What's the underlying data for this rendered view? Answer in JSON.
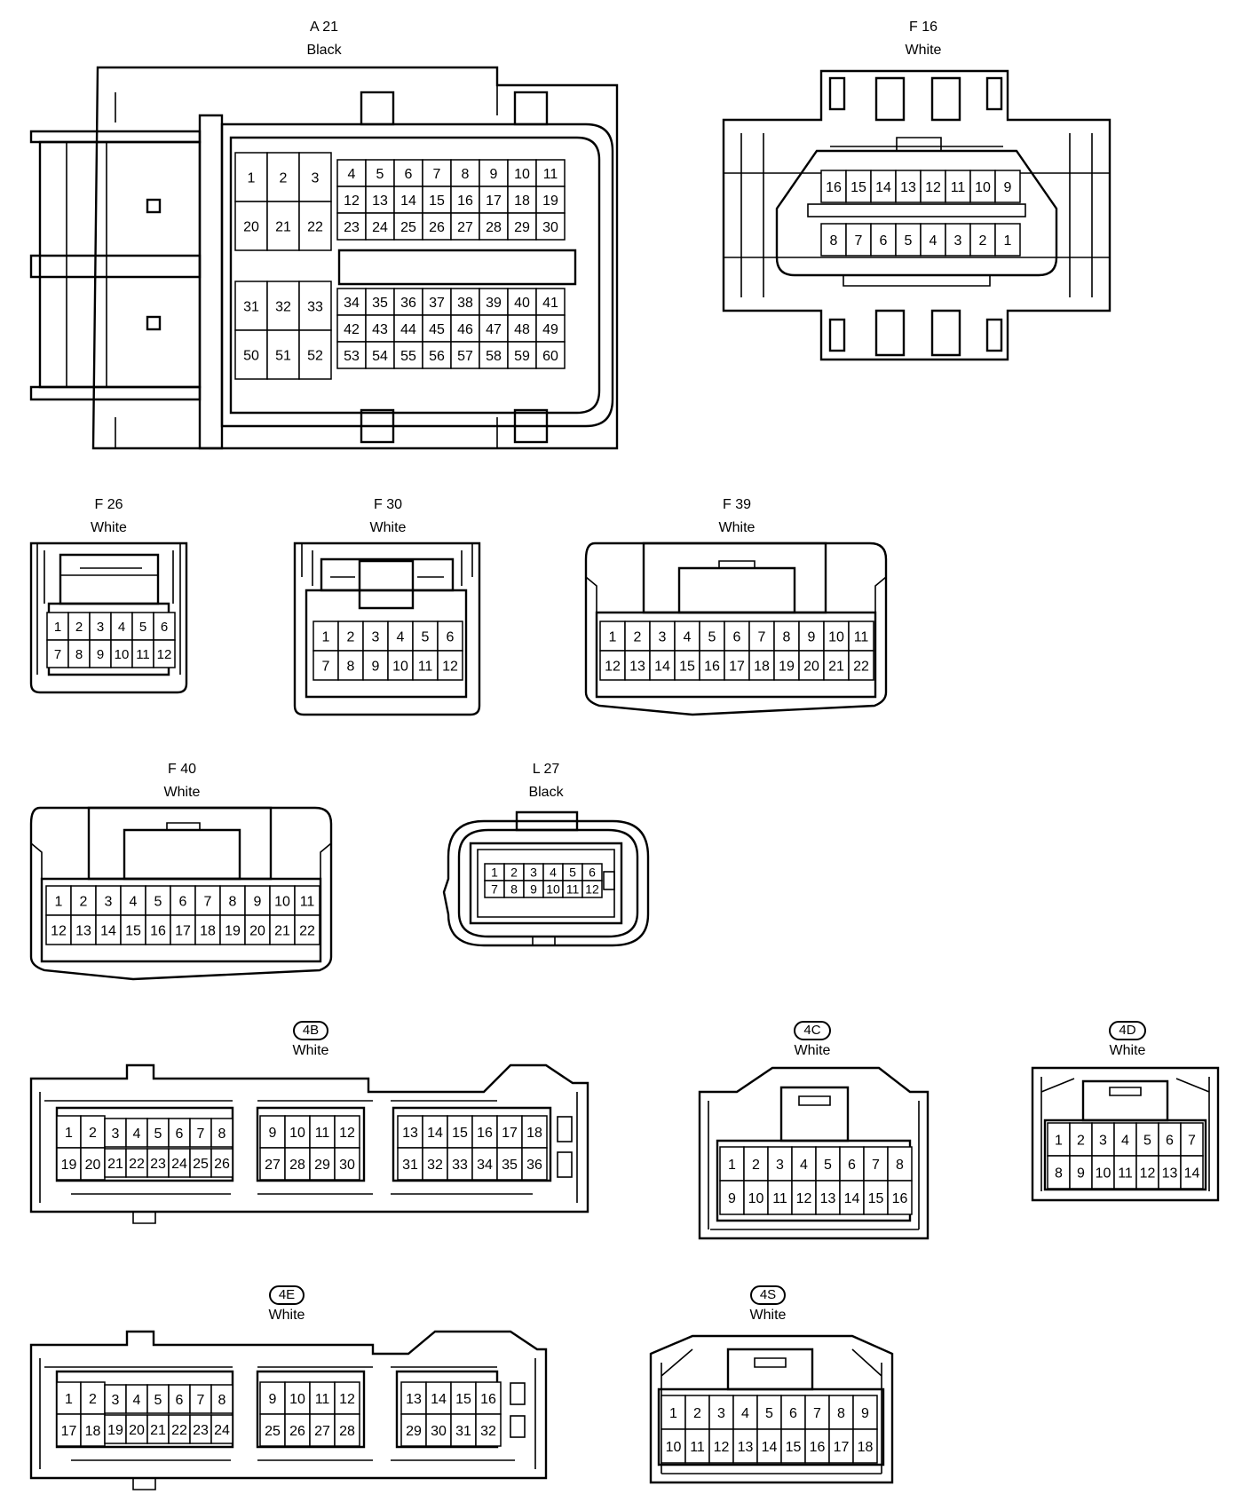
{
  "connectors": {
    "a21": {
      "id": "A 21",
      "color": "Black"
    },
    "f16": {
      "id": "F 16",
      "color": "White"
    },
    "f26": {
      "id": "F 26",
      "color": "White"
    },
    "f30": {
      "id": "F 30",
      "color": "White"
    },
    "f39": {
      "id": "F 39",
      "color": "White"
    },
    "f40": {
      "id": "F 40",
      "color": "White"
    },
    "l27": {
      "id": "L 27",
      "color": "Black"
    },
    "c4b": {
      "id": "4B",
      "color": "White"
    },
    "c4c": {
      "id": "4C",
      "color": "White"
    },
    "c4d": {
      "id": "4D",
      "color": "White"
    },
    "c4e": {
      "id": "4E",
      "color": "White"
    },
    "c4s": {
      "id": "4S",
      "color": "White"
    }
  }
}
